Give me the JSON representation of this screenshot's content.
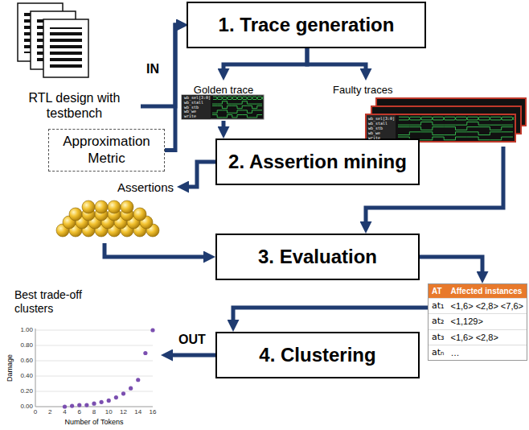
{
  "diagram": {
    "nodes": [
      {
        "text": [
          "RTL design with testbench"
        ]
      },
      {
        "text": [
          "Approximation Metric"
        ]
      },
      {
        "text": [
          "1. Trace generation"
        ]
      },
      {
        "text": [
          "Golden trace"
        ]
      },
      {
        "text": [
          "Faulty traces"
        ]
      },
      {
        "text": [
          "2. Assertion mining"
        ]
      },
      {
        "text": [
          "Assertions"
        ]
      },
      {
        "text": [
          "3. Evaluation"
        ]
      },
      {
        "text": [
          "AT",
          "Affected instances",
          "at₁",
          "<1,6> <2,8> <7,6>",
          "at₂",
          "<1,129>",
          "at₃",
          "<1,6> <2,8>",
          "atₙ",
          "…"
        ]
      },
      {
        "text": [
          "4. Clustering"
        ]
      },
      {
        "text": [
          "Best trade-off clusters"
        ]
      }
    ],
    "edges": [
      {
        "from": 0,
        "to": 2,
        "arrow": "to"
      },
      {
        "from": 1,
        "to": 2,
        "arrow": "to"
      },
      {
        "from": 2,
        "to": 3,
        "arrow": "to"
      },
      {
        "from": 2,
        "to": 4,
        "arrow": "to"
      },
      {
        "from": 3,
        "to": 5,
        "arrow": "to"
      },
      {
        "from": 5,
        "to": 6,
        "arrow": "to"
      },
      {
        "from": 6,
        "to": 7,
        "arrow": "to"
      },
      {
        "from": 4,
        "to": 7,
        "arrow": "to"
      },
      {
        "from": 7,
        "to": 8,
        "arrow": "to"
      },
      {
        "from": 8,
        "to": 9,
        "arrow": "to"
      },
      {
        "from": 9,
        "to": 10,
        "arrow": "to"
      }
    ],
    "labels": [
      "IN",
      "OUT",
      "wb_sel[3:0]",
      "wb_stall",
      "wb_stb",
      "wb_we",
      "write",
      "wb_sel[3:0]",
      "wb_stall",
      "wb_stb",
      "wb_we",
      "write",
      "Damage",
      "Number of Tokens",
      "0.00",
      "0.20",
      "0.40",
      "0.60",
      "0.80",
      "1.00",
      "0",
      "2",
      "4",
      "6",
      "8",
      "10",
      "12",
      "14",
      "16"
    ]
  }
}
